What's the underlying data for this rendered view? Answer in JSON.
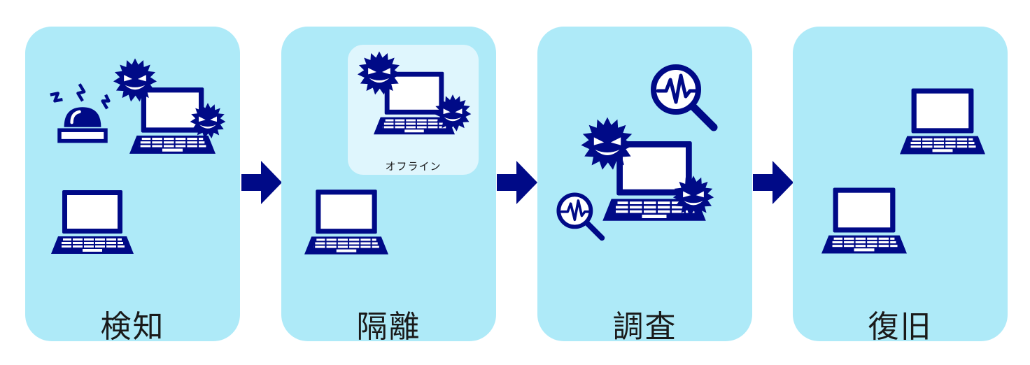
{
  "colors": {
    "panel_bg": "#aeeaf8",
    "offline_bg": "#dff6fd",
    "navy": "#000a87",
    "arrow": "#000a87",
    "white": "#ffffff"
  },
  "steps": [
    {
      "label": "検知"
    },
    {
      "label": "隔離",
      "offline_label": "オフライン"
    },
    {
      "label": "調査"
    },
    {
      "label": "復旧"
    }
  ],
  "icons": {
    "laptop": "laptop-icon",
    "virus": "virus-icon",
    "siren": "siren-icon",
    "magnifier": "magnifier-icon"
  }
}
